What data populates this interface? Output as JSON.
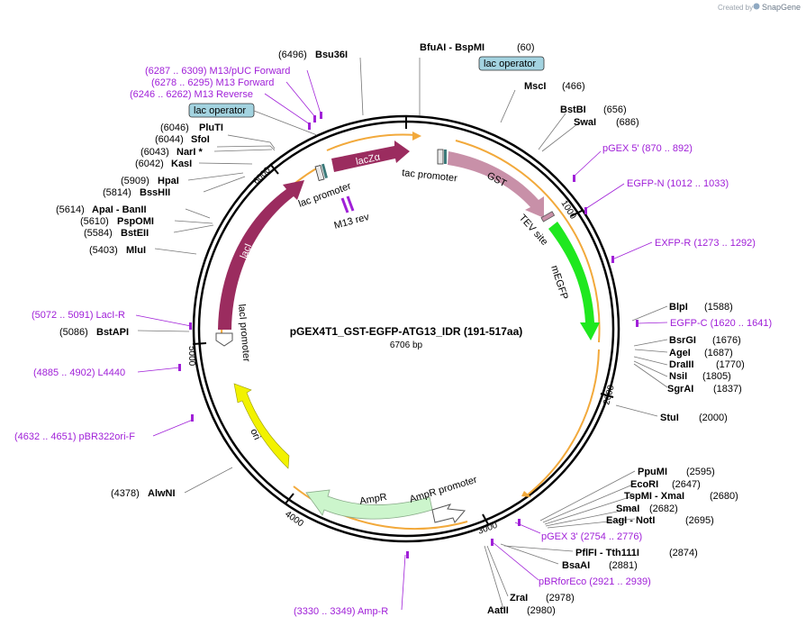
{
  "branding": {
    "prefix": "Created by",
    "name": "SnapGene"
  },
  "plasmid": {
    "name": "pGEX4T1_GST-EGFP-ATG13_IDR (191-517aa)",
    "size": "6706 bp"
  },
  "ticks": [
    "1000",
    "2000",
    "3000",
    "4000",
    "5000",
    "6000"
  ],
  "features": {
    "lacZa": "lacZα",
    "lacI": "lacI",
    "GST": "GST",
    "mEGFP": "mEGFP",
    "ori": "ori",
    "AmpR": "AmpR",
    "tac_promoter_1": "tac promoter",
    "tac_promoter_2": "tac promoter",
    "lac_promoter": "lac promoter",
    "lacI_promoter": "lacI promoter",
    "AmpR_promoter": "AmpR promoter",
    "TEV_site": "TEV site",
    "M13_rev": "M13 rev",
    "lac_operator_1": "lac operator",
    "lac_operator_2": "lac operator"
  },
  "sites": {
    "bsu36i": {
      "pos": "(6496)",
      "name": "Bsu36I"
    },
    "bfuai": {
      "name": "BfuAI  - BspMI",
      "pos": "(60)"
    },
    "msci": {
      "name": "MscI",
      "pos": "(466)"
    },
    "bstbi": {
      "name": "BstBI",
      "pos": "(656)"
    },
    "swai": {
      "name": "SwaI",
      "pos": "(686)"
    },
    "plutI": {
      "pos": "(6046)",
      "name": "PluTI"
    },
    "sfoi": {
      "pos": "(6044)",
      "name": "SfoI"
    },
    "nari": {
      "pos": "(6043)",
      "name": "NarI *"
    },
    "kasi": {
      "pos": "(6042)",
      "name": "KasI"
    },
    "hpai": {
      "pos": "(5909)",
      "name": "HpaI"
    },
    "bsshii": {
      "pos": "(5814)",
      "name": "BssHII"
    },
    "apai": {
      "pos": "(5614)",
      "name": "ApaI  - BanII"
    },
    "pspomi": {
      "pos": "(5610)",
      "name": "PspOMI"
    },
    "bsteii": {
      "pos": "(5584)",
      "name": "BstEII"
    },
    "mlui": {
      "pos": "(5403)",
      "name": "MluI"
    },
    "bstapi": {
      "pos": "(5086)",
      "name": "BstAPI"
    },
    "alwni": {
      "pos": "(4378)",
      "name": "AlwNI"
    },
    "blpi": {
      "name": "BlpI",
      "pos": "(1588)"
    },
    "bsrgi": {
      "name": "BsrGI",
      "pos": "(1676)"
    },
    "agei": {
      "name": "AgeI",
      "pos": "(1687)"
    },
    "draiii": {
      "name": "DraIII",
      "pos": "(1770)"
    },
    "nsii": {
      "name": "NsiI",
      "pos": "(1805)"
    },
    "sgrai": {
      "name": "SgrAI",
      "pos": "(1837)"
    },
    "stui": {
      "name": "StuI",
      "pos": "(2000)"
    },
    "ppumi": {
      "name": "PpuMI",
      "pos": "(2595)"
    },
    "ecori": {
      "name": "EcoRI",
      "pos": "(2647)"
    },
    "tspmi": {
      "name": "TspMI  - XmaI",
      "pos": "(2680)"
    },
    "smai": {
      "name": "SmaI",
      "pos": "(2682)"
    },
    "eagi": {
      "name": "EagI  - NotI",
      "pos": "(2695)"
    },
    "pflfi": {
      "name": "PflFI  - Tth111I",
      "pos": "(2874)"
    },
    "bsaai": {
      "name": "BsaAI",
      "pos": "(2881)"
    },
    "zrai": {
      "name": "ZraI",
      "pos": "(2978)"
    },
    "aatii": {
      "name": "AatII",
      "pos": "(2980)"
    }
  },
  "primers": {
    "m13puc": "(6287 .. 6309)  M13/pUC Forward",
    "m13fwd": "(6278 .. 6295)  M13 Forward",
    "m13rev": "(6246 .. 6262)  M13 Reverse",
    "pgex5": "pGEX 5'     (870 .. 892)",
    "egfpn": "EGFP-N     (1012 .. 1033)",
    "exfpr": "EXFP-R     (1273 .. 1292)",
    "egfpc": "EGFP-C     (1620 .. 1641)",
    "laciR": "(5072 .. 5091)  LacI-R",
    "l4440": "(4885 .. 4902)  L4440",
    "pbr322": "(4632 .. 4651)  pBR322ori-F",
    "pgex3": "pGEX 3'     (2754 .. 2776)",
    "pbrfor": "pBRforEco     (2921 .. 2939)",
    "ampR": "(3330 .. 3349)  Amp-R"
  },
  "colors": {
    "lacZa": "#9b2c5f",
    "lacI": "#9b2c5f",
    "GST": "#c890a8",
    "mEGFP": "#1fe81f",
    "ori": "#f2f200",
    "AmpR": "#ccf5cc",
    "orf": "#f2a93b",
    "primer": "#a020d8",
    "operator": "#a3d3e0"
  }
}
